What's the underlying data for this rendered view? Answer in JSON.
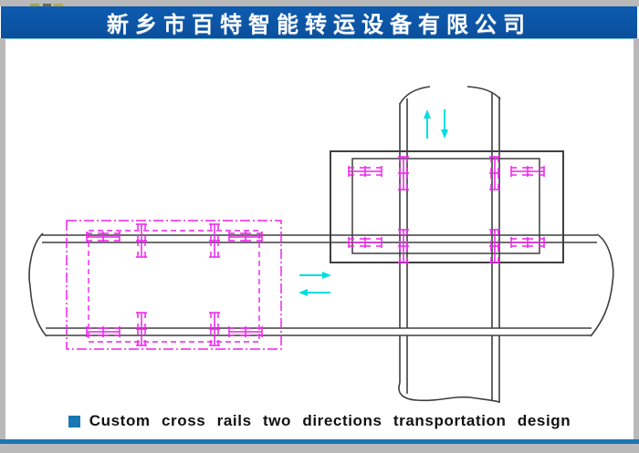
{
  "header": {
    "title": "新乡市百特智能转运设备有限公司"
  },
  "caption": {
    "text": "Custom cross rails two directions transportation design",
    "bullet_icon": "square-bullet"
  },
  "colors": {
    "banner_blue": "#0d56a7",
    "accent_strip_blue": "#1878b4",
    "frame_gray": "#b9b9b9",
    "cart_phantom_magenta": "#ee22ee",
    "rail_line_dark": "#3f3f3f",
    "direction_arrow_cyan": "#00dde2",
    "canvas_white": "#ffffff"
  },
  "diagram": {
    "icons": [
      "up-arrow-icon",
      "down-arrow-icon",
      "right-arrow-icon",
      "left-arrow-icon"
    ],
    "arrow_directions": [
      "up",
      "down",
      "right",
      "left"
    ]
  }
}
